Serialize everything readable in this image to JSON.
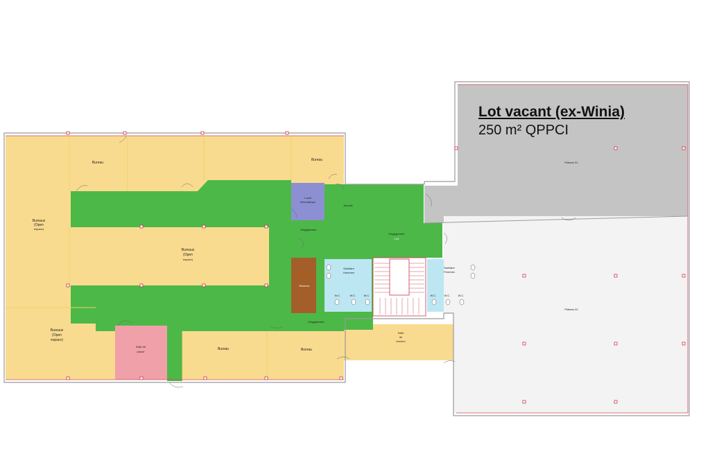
{
  "lot": {
    "title": "Lot vacant (ex-Winia)",
    "area": "250 m² QPPCI"
  },
  "rooms": {
    "bureau_top_left": "Bureau",
    "bureau_top_right": "Bureau",
    "open_left_1": "Bureaux",
    "open_left_2": "(Open",
    "open_left_3": "espace)",
    "open_mid_1": "Bureaux",
    "open_mid_2": "(Open",
    "open_mid_3": "espace)",
    "open_bl_1": "Bureaux",
    "open_bl_2": "(Open",
    "open_bl_3": "espace)",
    "pause_1": "Salle de",
    "pause_2": "pause",
    "bureau_bottom_1": "Bureau",
    "bureau_bottom_2": "Bureau",
    "local_1": "Local",
    "local_2": "informatique",
    "accueil": "Accueil",
    "degagement_1": "Dégagement",
    "degagement_2": "Dégagement",
    "degagement_3": "Dégagement",
    "degagement_3_sub": "1.61",
    "reserve": "Réserve",
    "reunion_1": "Salle",
    "reunion_2": "de",
    "reunion_3": "réunion",
    "san_h_1": "Sanitaire",
    "san_h_2": "Hommes",
    "san_f_1": "Sanitaire",
    "san_f_2": "Femmes",
    "wc": "W.C.",
    "plateau_01": "Plateau 01",
    "plateau_02": "Plateau 02"
  },
  "colors": {
    "office": "#f9db8f",
    "corridor": "#4cb848",
    "pause": "#f0a0a8",
    "informatique": "#8d8fd3",
    "reserve": "#a45e28",
    "sanitary": "#bde6f3",
    "vacant": "#c4c4c4",
    "plateau": "#f3f3f3"
  }
}
